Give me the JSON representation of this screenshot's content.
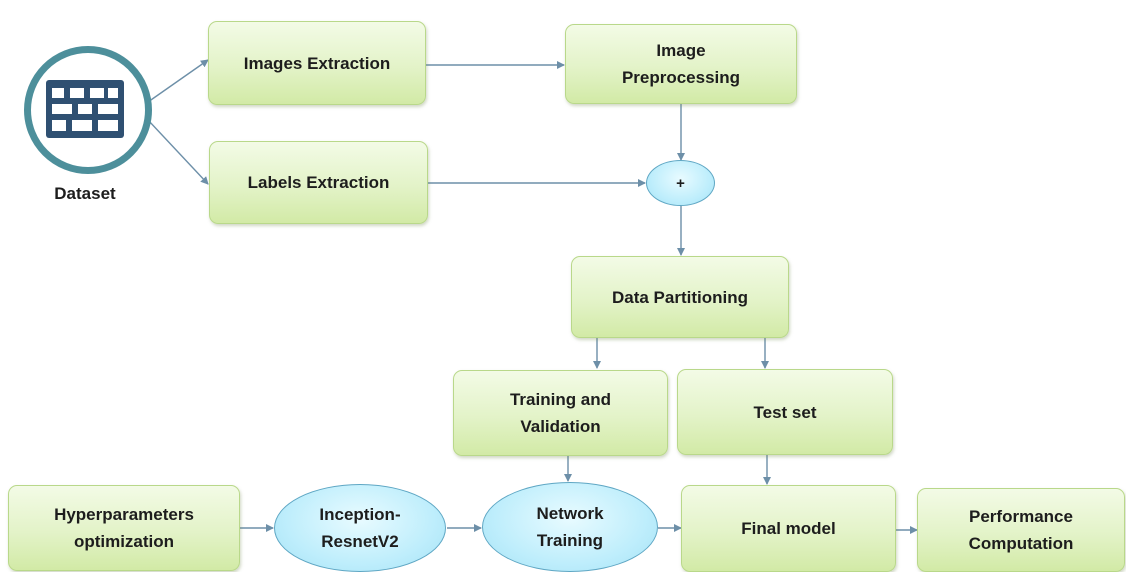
{
  "dataset": {
    "label": "Dataset",
    "icon": "table-grid-icon"
  },
  "nodes": {
    "images_extraction": "Images Extraction",
    "image_preprocessing": "Image\nPreprocessing",
    "labels_extraction": "Labels Extraction",
    "combine": "+",
    "data_partitioning": "Data Partitioning",
    "training_validation": "Training and\nValidation",
    "test_set": "Test set",
    "hyperparameters": "Hyperparameters\noptimization",
    "inception": "Inception-\nResnetV2",
    "network_training": "Network\nTraining",
    "final_model": "Final model",
    "performance": "Performance\nComputation"
  },
  "colors": {
    "box_fill": "#e3f3c8",
    "oval_fill": "#bfeefc",
    "arrow": "#6d8fa8",
    "dataset_ring": "#4d8f9b",
    "dataset_icon": "#2f5072"
  }
}
